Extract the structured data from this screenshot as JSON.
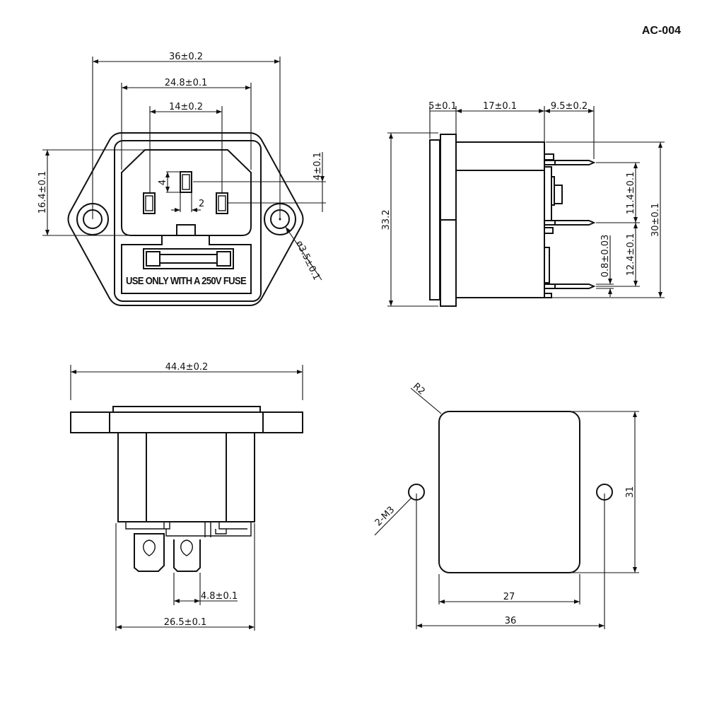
{
  "title": "AC-004",
  "front_view": {
    "dim_overall_hole_spacing": "36±0.2",
    "dim_socket_width": "24.8±0.1",
    "dim_pin_spacing": "14±0.2",
    "dim_height": "16.4±0.1",
    "dim_pin_offset": "4±0.1",
    "dim_pin_length": "4",
    "dim_pin_width": "2",
    "dim_hole_diameter": "ø3.5±0.1",
    "fuse_warning": "USE ONLY WITH A 250V FUSE"
  },
  "side_view": {
    "dim_flange": "5±0.1",
    "dim_body": "17±0.1",
    "dim_pins": "9.5±0.2",
    "dim_flange_height": "33.2",
    "dim_body_height": "30±0.1",
    "dim_pin_spacing_upper": "11.4±0.1",
    "dim_pin_spacing_lower": "12.4±0.1",
    "dim_pin_thickness": "0.8±0.03"
  },
  "bottom_view": {
    "dim_flange_width": "44.4±0.2",
    "dim_terminal_width": "4.8±0.1",
    "dim_body_width": "26.5±0.1"
  },
  "panel_cutout": {
    "dim_radius": "R2",
    "dim_screws": "2-M3",
    "dim_cutout_width": "27",
    "dim_hole_spacing": "36",
    "dim_cutout_height": "31"
  }
}
